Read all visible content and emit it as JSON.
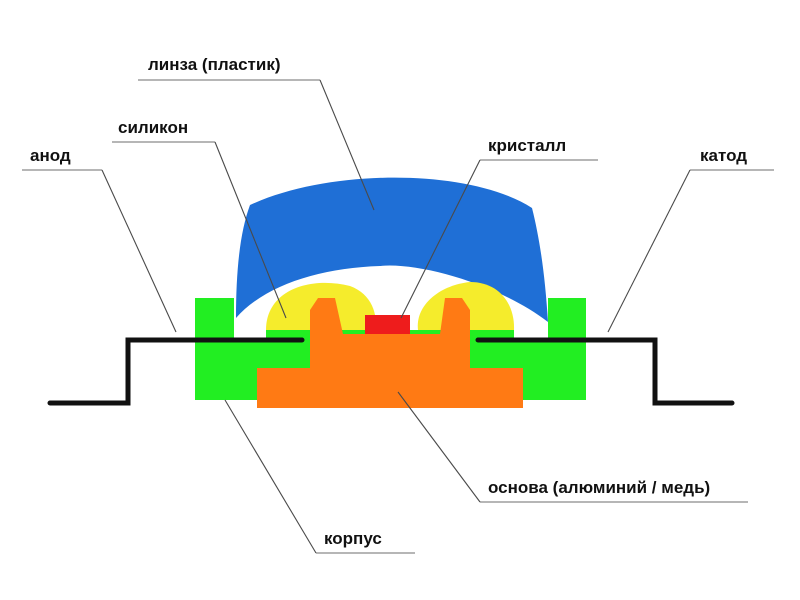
{
  "labels": {
    "lens": "линза (пластик)",
    "silicone": "силикон",
    "anode": "анод",
    "crystal": "кристалл",
    "cathode": "катод",
    "base": "основа (алюминий / медь)",
    "housing": "корпус"
  },
  "colors": {
    "lens": "#1f6fd6",
    "silicone": "#f5ec2c",
    "housing": "#22ee22",
    "base": "#ff7a14",
    "crystal": "#ee1c1c",
    "leads": "#111111"
  }
}
